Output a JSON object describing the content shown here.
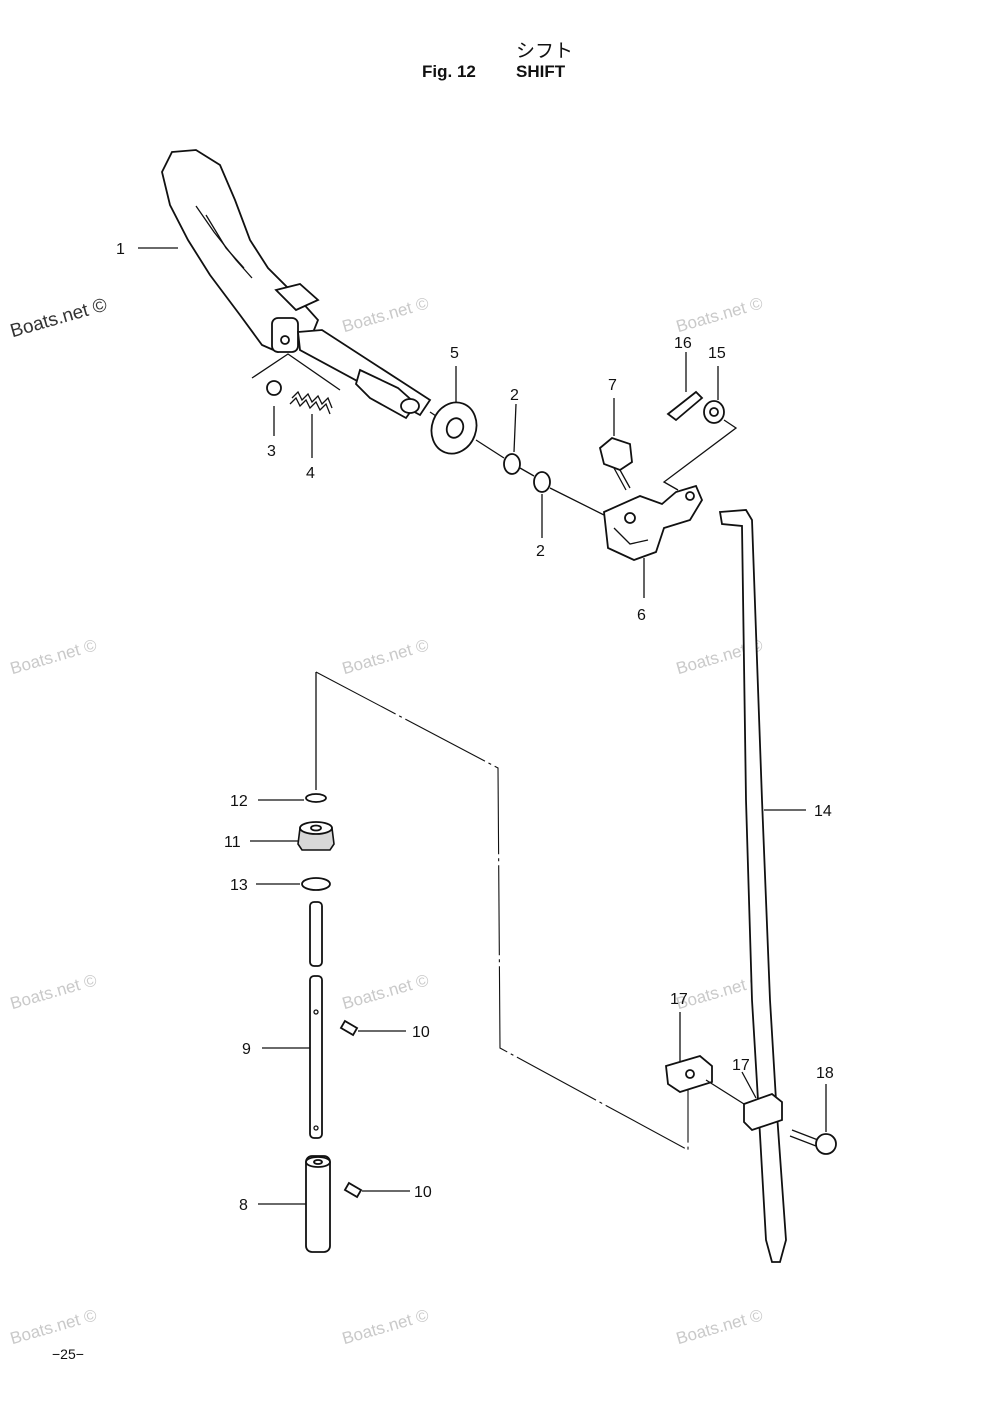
{
  "header": {
    "japanese_title": "シフト",
    "figure_label": "Fig. 12",
    "title": "SHIFT"
  },
  "watermark": "Boats.net ©",
  "page_number": "−25−",
  "callouts": [
    {
      "id": "1",
      "label": "1"
    },
    {
      "id": "2a",
      "label": "2"
    },
    {
      "id": "2b",
      "label": "2"
    },
    {
      "id": "3",
      "label": "3"
    },
    {
      "id": "4",
      "label": "4"
    },
    {
      "id": "5",
      "label": "5"
    },
    {
      "id": "6",
      "label": "6"
    },
    {
      "id": "7",
      "label": "7"
    },
    {
      "id": "8",
      "label": "8"
    },
    {
      "id": "9",
      "label": "9"
    },
    {
      "id": "10a",
      "label": "10"
    },
    {
      "id": "10b",
      "label": "10"
    },
    {
      "id": "11",
      "label": "11"
    },
    {
      "id": "12",
      "label": "12"
    },
    {
      "id": "13",
      "label": "13"
    },
    {
      "id": "14",
      "label": "14"
    },
    {
      "id": "15",
      "label": "15"
    },
    {
      "id": "16",
      "label": "16"
    },
    {
      "id": "17a",
      "label": "17"
    },
    {
      "id": "17b",
      "label": "17"
    },
    {
      "id": "18",
      "label": "18"
    }
  ]
}
